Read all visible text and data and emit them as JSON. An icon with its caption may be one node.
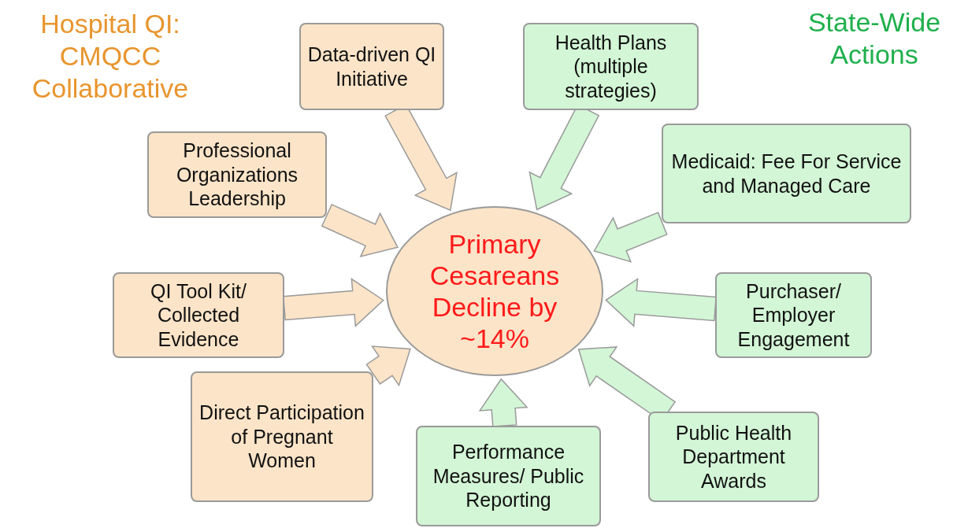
{
  "diagram": {
    "nodes": [
      {
        "text": [
          "Primary Cesareans Decline by ~14%"
        ]
      },
      {
        "text": [
          "Data-driven QI Initiative"
        ]
      },
      {
        "text": [
          "Professional Organizations Leadership"
        ]
      },
      {
        "text": [
          "QI Tool Kit/ Collected Evidence"
        ]
      },
      {
        "text": [
          "Direct Participation of Pregnant Women"
        ]
      },
      {
        "text": [
          "Health Plans (multiple strategies)"
        ]
      },
      {
        "text": [
          "Medicaid: Fee For Service and Managed Care"
        ]
      },
      {
        "text": [
          "Purchaser/ Employer Engagement"
        ]
      },
      {
        "text": [
          "Public Health Department Awards"
        ]
      },
      {
        "text": [
          "Performance Measures/ Public Reporting"
        ]
      }
    ],
    "edges": [
      {
        "from": 1,
        "to": 0,
        "arrow": "to",
        "color": "#fce4c8"
      },
      {
        "from": 2,
        "to": 0,
        "arrow": "to",
        "color": "#fce4c8"
      },
      {
        "from": 3,
        "to": 0,
        "arrow": "to",
        "color": "#fce4c8"
      },
      {
        "from": 4,
        "to": 0,
        "arrow": "to",
        "color": "#fce4c8"
      },
      {
        "from": 5,
        "to": 0,
        "arrow": "to",
        "color": "#d3f6d6"
      },
      {
        "from": 6,
        "to": 0,
        "arrow": "to",
        "color": "#d3f6d6"
      },
      {
        "from": 7,
        "to": 0,
        "arrow": "to",
        "color": "#d3f6d6"
      },
      {
        "from": 8,
        "to": 0,
        "arrow": "to",
        "color": "#d3f6d6"
      },
      {
        "from": 9,
        "to": 0,
        "arrow": "to",
        "color": "#d3f6d6"
      }
    ],
    "labels": [
      "Hospital QI: CMQCC Collaborative",
      "State-Wide Actions"
    ]
  }
}
